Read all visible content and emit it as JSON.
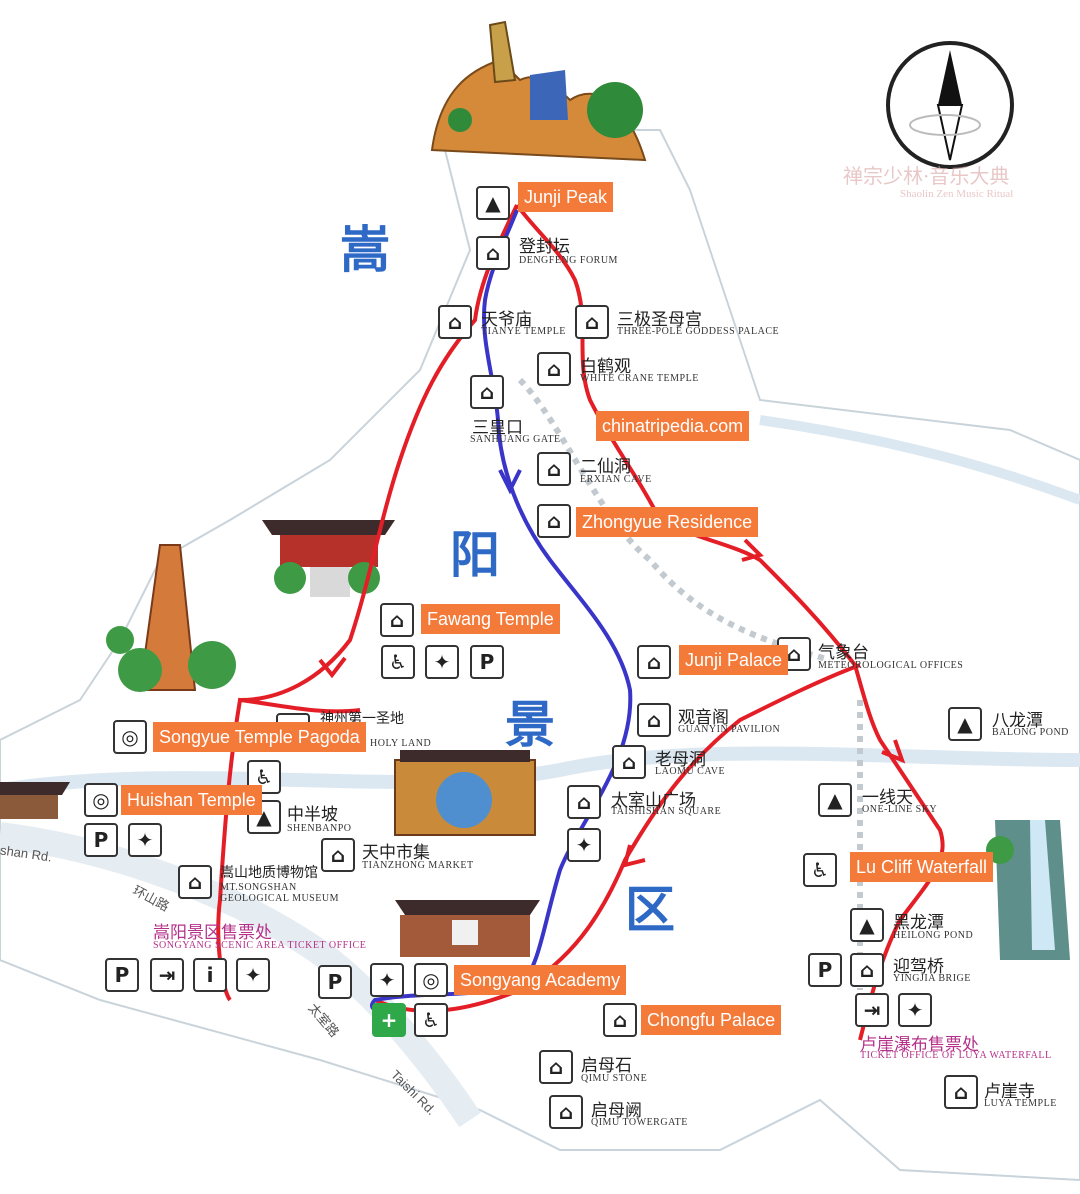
{
  "labels": {
    "junji_peak": "Junji Peak",
    "chinatripedia": "chinatripedia.com",
    "zhongyue_residence": "Zhongyue Residence",
    "fawang_temple": "Fawang Temple",
    "junji_palace": "Junji Palace",
    "songyue_pagoda": "Songyue Temple Pagoda",
    "huishan_temple": "Huishan Temple",
    "lu_cliff_waterfall": "Lu Cliff Waterfall",
    "songyang_academy": "Songyang Academy",
    "chongfu_palace": "Chongfu Palace"
  },
  "big_characters": [
    "嵩",
    "阳",
    "景",
    "区"
  ],
  "places": {
    "dengfeng_forum": {
      "cn": "登封坛",
      "en": "DENGFENG FORUM"
    },
    "tianye_temple": {
      "cn": "天爷庙",
      "en": "TIANYE TEMPLE"
    },
    "three_pole": {
      "cn": "三极圣母宫",
      "en": "THREE-POLE GODDESS PALACE"
    },
    "white_crane": {
      "cn": "白鹤观",
      "en": "WHITE CRANE TEMPLE"
    },
    "sanhuang_gate": {
      "cn": "三皇口",
      "en": "SANHUANG GATE"
    },
    "erxian_cave": {
      "cn": "二仙洞",
      "en": "ERXIAN CAVE"
    },
    "meteorological": {
      "cn": "气象台",
      "en": "METEOROLOGICAL OFFICES"
    },
    "balong_pond": {
      "cn": "八龙潭",
      "en": "BALONG POND"
    },
    "guanyin_pavilion": {
      "cn": "观音阁",
      "en": "GUANYIN PAVILION"
    },
    "laomu_cave": {
      "cn": "老母洞",
      "en": "LAOMU CAVE"
    },
    "taishishan_square": {
      "cn": "太室山广场",
      "en": "TAISHISHAN SQUARE"
    },
    "one_line_sky": {
      "cn": "一线天",
      "en": "ONE-LINE SKY"
    },
    "shenzhou": {
      "cn": "神州第一圣地",
      "en": "HOLY LAND"
    },
    "shenbanpo": {
      "cn": "中半坡",
      "en": "SHENBANPO"
    },
    "tianzhong_market": {
      "cn": "天中市集",
      "en": "TIANZHONG MARKET"
    },
    "geological_museum": {
      "cn": "嵩山地质博物馆",
      "en": "MT.SONGSHAN GEOLOGICAL MUSEUM"
    },
    "ticket_office": {
      "cn": "嵩阳景区售票处",
      "en": "SONGYANG SCENIC AREA TICKET OFFICE"
    },
    "heilong_pond": {
      "cn": "黑龙潭",
      "en": "HEILONG POND"
    },
    "yingjia_bridge": {
      "cn": "迎驾桥",
      "en": "YINGJIA BRIGE"
    },
    "luya_ticket": {
      "cn": "卢崖瀑布售票处",
      "en": "TICKET OFFICE OF LUYA WATERFALL"
    },
    "luya_temple": {
      "cn": "卢崖寺",
      "en": "LUYA TEMPLE"
    },
    "qimu_stone": {
      "cn": "启母石",
      "en": "QIMU STONE"
    },
    "qimu_towergate": {
      "cn": "启母阙",
      "en": "QIMU TOWERGATE"
    }
  },
  "roads": {
    "shan_rd": "shan Rd.",
    "huanshan_rd": "环山路",
    "taishi_rd_cn": "太室路",
    "taishi_rd_en": "Taishi Rd."
  },
  "watermark": {
    "cn": "禅宗少林·音乐大典",
    "en": "Shaolin Zen Music Ritual"
  },
  "icons": {
    "parking": "P",
    "info": "i",
    "first_aid": "+",
    "toilet": "♿"
  },
  "colors": {
    "label_bg": "#f47a3a",
    "route_red": "#e41e26",
    "route_blue": "#3a35c9",
    "big_text": "#2f69c6"
  }
}
